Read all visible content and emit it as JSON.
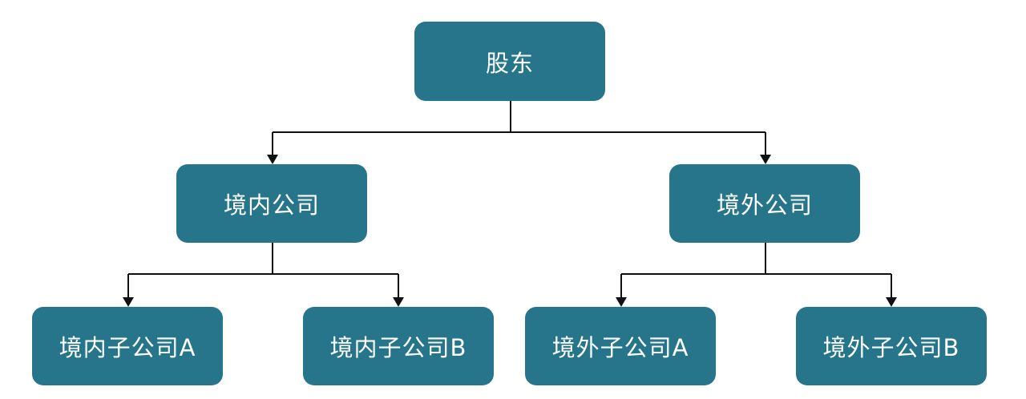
{
  "diagram": {
    "root": {
      "label": "股东"
    },
    "branches": [
      {
        "label": "境内公司",
        "children": [
          {
            "label": "境内子公司A"
          },
          {
            "label": "境内子公司B"
          }
        ]
      },
      {
        "label": "境外公司",
        "children": [
          {
            "label": "境外子公司A"
          },
          {
            "label": "境外子公司B"
          }
        ]
      }
    ]
  },
  "colors": {
    "node_fill": "#26758b",
    "node_text": "#ffffff",
    "connector": "#111111"
  }
}
